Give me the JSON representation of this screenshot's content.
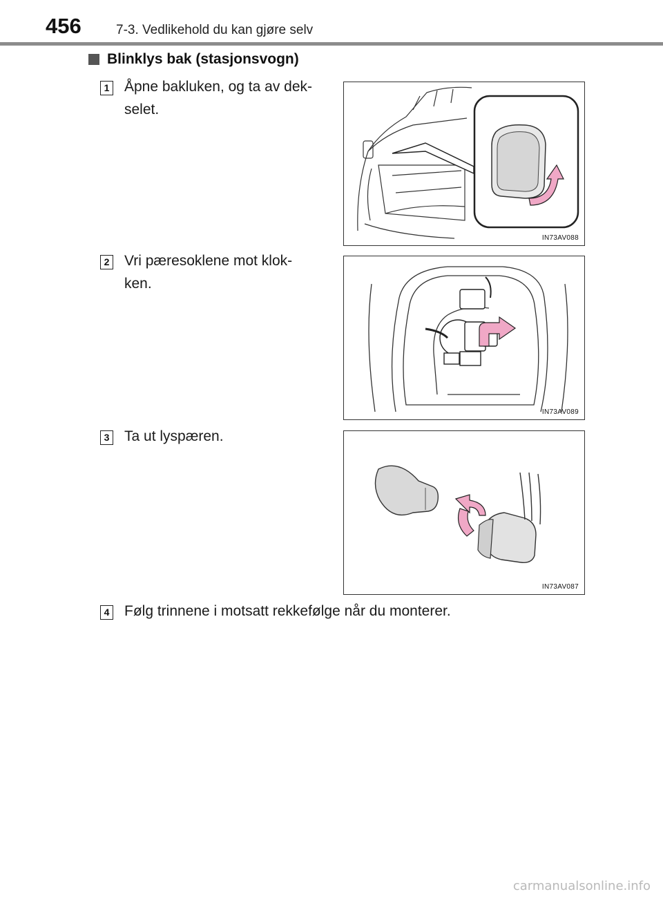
{
  "header": {
    "page_number": "456",
    "chapter": "7-3. Vedlikehold du kan gjøre selv"
  },
  "section": {
    "title": "Blinklys bak (stasjonsvogn)"
  },
  "steps": [
    {
      "number": "1",
      "line1": "Åpne bakluken, og ta av dek-",
      "line2": "selet."
    },
    {
      "number": "2",
      "line1": "Vri pæresoklene mot klok-",
      "line2": "ken."
    },
    {
      "number": "3",
      "line1": "Ta ut lyspæren.",
      "line2": ""
    },
    {
      "number": "4",
      "line1": "Følg trinnene i motsatt rekkefølge når du monterer.",
      "line2": ""
    }
  ],
  "figures": [
    {
      "code": "IN73AV088",
      "icon": "rear-hatch-cover-icon"
    },
    {
      "code": "IN73AV089",
      "icon": "bulb-socket-rotate-icon"
    },
    {
      "code": "IN73AV087",
      "icon": "bulb-removal-icon"
    }
  ],
  "colors": {
    "arrow": "#f0a8c6",
    "header_rule": "#8c8c8c"
  },
  "watermark": "carmanualsonline.info"
}
